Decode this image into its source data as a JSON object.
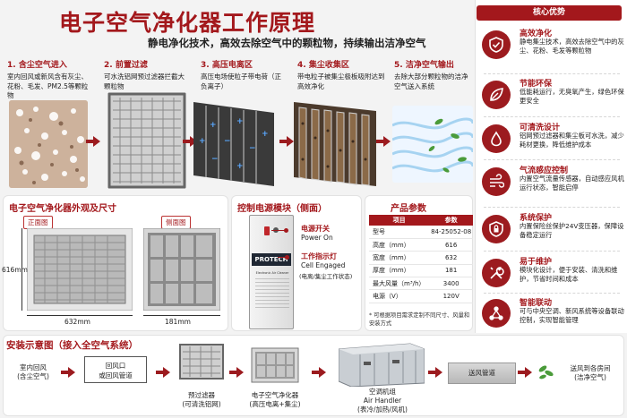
{
  "header": {
    "title": "电子空气净化器工作原理",
    "subtitle": "静电净化技术，高效去除空气中的颗粒物，持续输出洁净空气"
  },
  "steps": [
    {
      "title": "1. 含尘空气进入",
      "desc": "室内回风或新风含有灰尘、花粉、毛发、PM2.5等颗粒物"
    },
    {
      "title": "2. 前置过滤",
      "desc": "可水洗铝网预过滤器拦截大颗粒物"
    },
    {
      "title": "3. 高压电离区",
      "desc": "高压电场使粒子带电荷（正负离子）"
    },
    {
      "title": "4. 集尘收集区",
      "desc": "带电粒子被集尘极板吸附达到高效净化"
    },
    {
      "title": "5. 洁净空气输出",
      "desc": "去除大部分颗粒物的洁净空气送入系统"
    }
  ],
  "advantages": {
    "heading": "核心优势",
    "items": [
      {
        "title": "高效净化",
        "desc": "静电集尘技术，高效去除空气中的灰尘、花粉、毛发等颗粒物",
        "icon": "shield-check-icon"
      },
      {
        "title": "节能环保",
        "desc": "低能耗运行，无臭氧产生，绿色环保更安全",
        "icon": "leaf-icon"
      },
      {
        "title": "可清洗设计",
        "desc": "铝网预过滤器和集尘板可水洗，减少耗材更换，降低维护成本",
        "icon": "water-drop-icon"
      },
      {
        "title": "气流感应控制",
        "desc": "内置空气流量传感器，自动感应风机运行状态，智能启停",
        "icon": "airflow-icon"
      },
      {
        "title": "系统保护",
        "desc": "内置保险丝保护24V变压器，保障设备稳定运行",
        "icon": "shield-lock-icon"
      },
      {
        "title": "易于维护",
        "desc": "模块化设计，便于安装、清洗和维护，节省时间和成本",
        "icon": "tools-icon"
      },
      {
        "title": "智能联动",
        "desc": "可与中央空调、新风系统等设备联动控制，实现智能管理",
        "icon": "network-icon"
      }
    ]
  },
  "appearance": {
    "title": "电子空气净化器外观及尺寸",
    "front_label": "正面图",
    "side_label": "侧面图",
    "height": "616mm",
    "width": "632mm",
    "depth": "181mm"
  },
  "control": {
    "title": "控制电源模块（侧面）",
    "brand": "PROTECH",
    "panel_text": "Electronic Air Cleaner",
    "power_label_cn": "电源开关",
    "power_label_en": "Power On",
    "indicator_cn": "工作指示灯",
    "indicator_en": "Cell Engaged",
    "indicator_note": "(电离/集尘工作状态)"
  },
  "params": {
    "title": "产品参数",
    "headers": [
      "项目",
      "参数"
    ],
    "rows": [
      [
        "型号",
        "84-25052-08"
      ],
      [
        "高度（mm）",
        "616"
      ],
      [
        "宽度（mm）",
        "632"
      ],
      [
        "厚度（mm）",
        "181"
      ],
      [
        "最大风量（m³/h）",
        "3400"
      ],
      [
        "电源（V）",
        "120V"
      ]
    ],
    "note": "* 可根据项目需求定制不同尺寸、风量和安装方式"
  },
  "install": {
    "title": "安装示意图（接入全空气系统）",
    "return_air": "室内回风\n(含尘空气)",
    "return_box": "回风口\n或回风管道",
    "prefilter": "预过滤器\n(可清洗铝网)",
    "cleaner": "电子空气净化器\n(高压电离+集尘)",
    "ahu": "空调机组\nAir Handler\n(表冷/加热/风机)",
    "duct": "送风管道",
    "supply": "送风到各房间\n(洁净空气)"
  },
  "colors": {
    "accent": "#a3181c",
    "background": "#f3f3f3",
    "leaf": "#4a9b3a"
  }
}
